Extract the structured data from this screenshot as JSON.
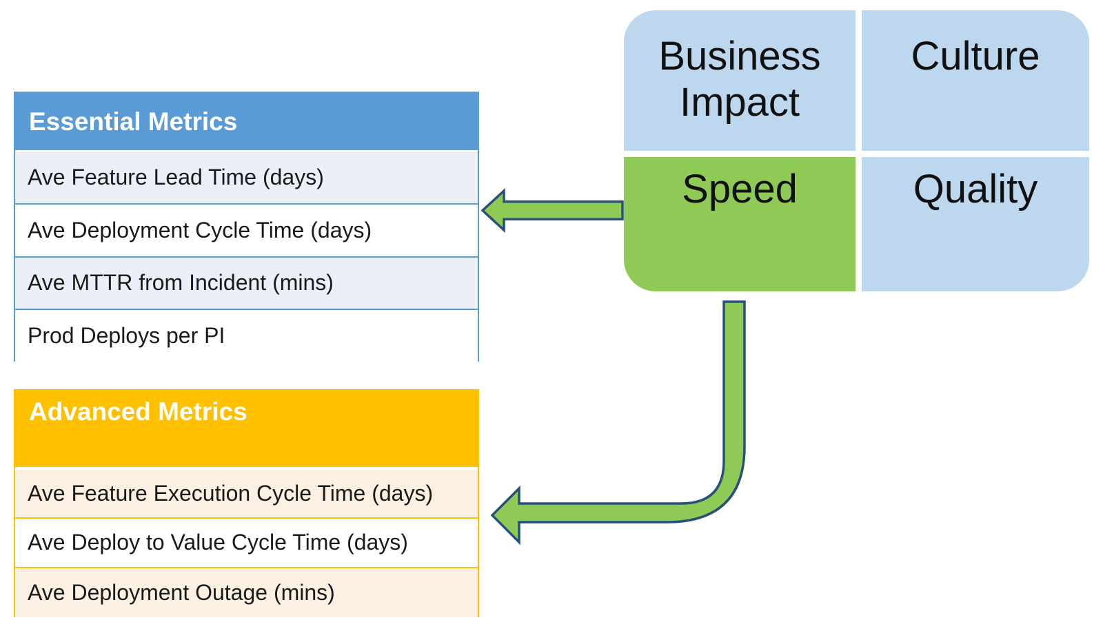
{
  "quadrant_grid": {
    "cells": [
      {
        "label": "Business Impact"
      },
      {
        "label": "Culture"
      },
      {
        "label": "Speed"
      },
      {
        "label": "Quality"
      }
    ]
  },
  "essential_table": {
    "title": "Essential Metrics",
    "rows": [
      "Ave Feature Lead Time (days)",
      "Ave Deployment Cycle Time (days)",
      "Ave MTTR from Incident (mins)",
      "Prod Deploys per PI"
    ]
  },
  "advanced_table": {
    "title": "Advanced Metrics",
    "rows": [
      "Ave Feature Execution Cycle Time (days)",
      "Ave Deploy to Value Cycle Time (days)",
      "Ave Deployment Outage (mins)"
    ]
  },
  "arrows": [
    {
      "name": "speed-to-essential-metrics"
    },
    {
      "name": "speed-to-advanced-metrics"
    }
  ],
  "colors": {
    "quadrant_blue": "#BDD7EE",
    "quadrant_green": "#8FC956",
    "essential_header_blue": "#5B9BD5",
    "essential_row_tint": "#EBEFF8",
    "advanced_header_gold": "#FFC000",
    "advanced_row_tint": "#FBF0E2",
    "arrow_fill": "#8FC956",
    "arrow_outline": "#27507A"
  }
}
